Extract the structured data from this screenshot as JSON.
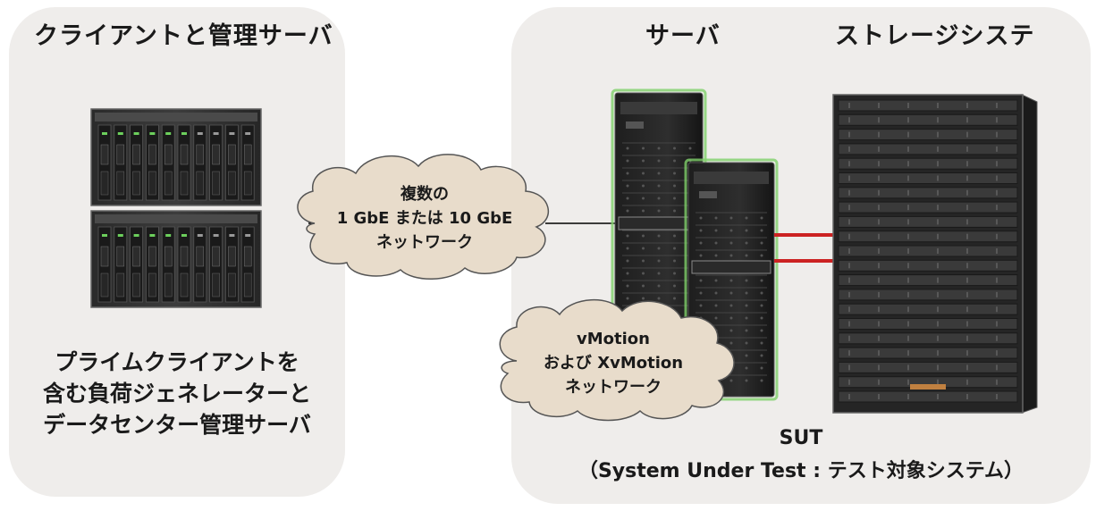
{
  "left_panel": {
    "heading": "クライアントと管理サーバ",
    "caption_lines": [
      "プライムクライアントを",
      "含む負荷ジェネレーターと",
      "データセンター管理サーバ"
    ]
  },
  "right_panel": {
    "server_heading": "サーバ",
    "storage_heading": "ストレージシステ",
    "caption_lines": [
      "SUT",
      "（System Under Test : テスト対象システム）"
    ]
  },
  "network_cloud": {
    "lines": [
      "複数の",
      "1 GbE  または  10 GbE",
      "ネットワーク"
    ]
  },
  "vmotion_cloud": {
    "lines": [
      "vMotion",
      "および XvMotion",
      "ネットワーク"
    ]
  },
  "colors": {
    "panel": "#efedeb",
    "cloud_fill": "#e8dccb",
    "cloud_stroke": "#555555",
    "link_red": "#cc2222",
    "server_glow": "#7fcf6a"
  }
}
